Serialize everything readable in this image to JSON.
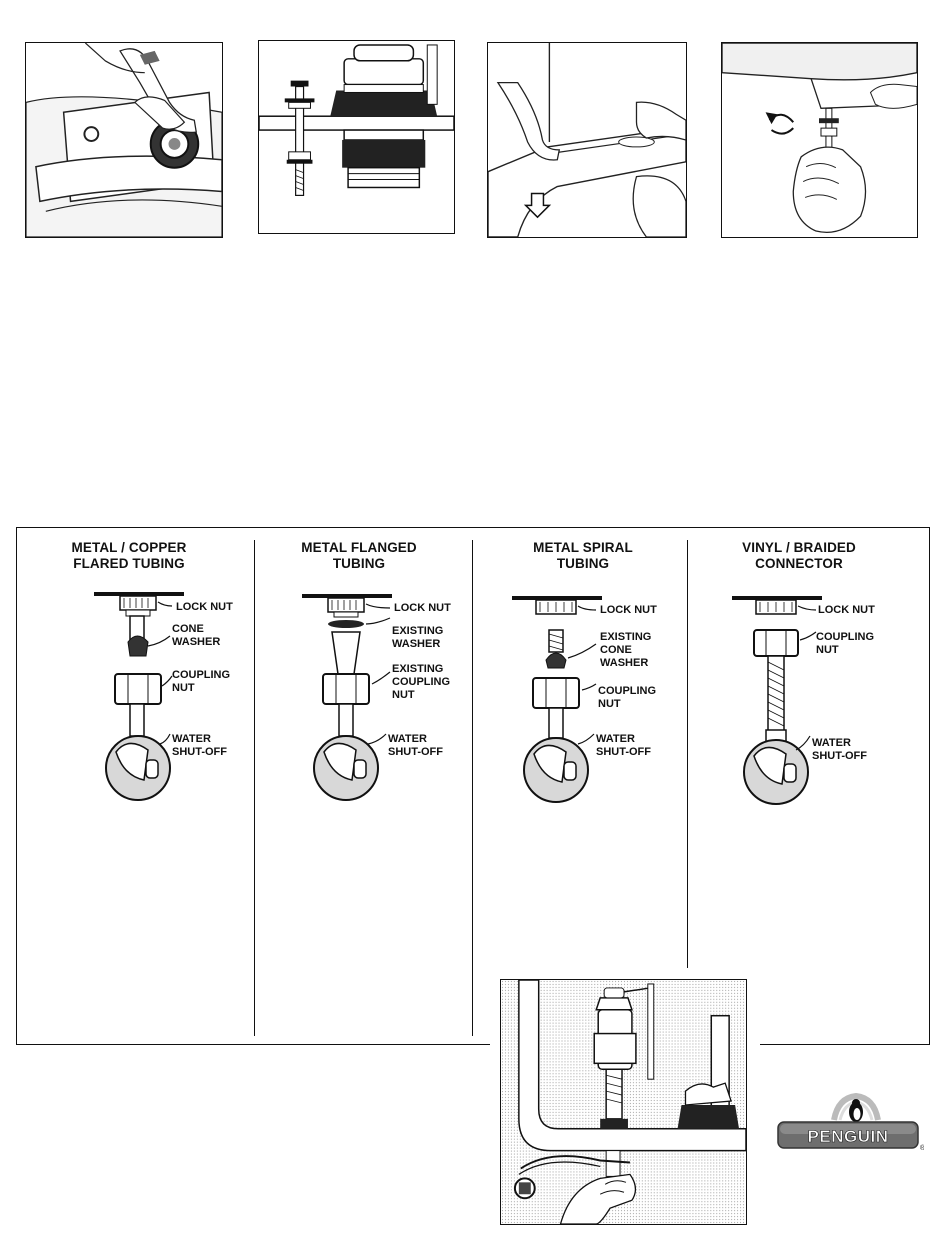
{
  "columns": [
    {
      "title": "METAL / COPPER\nFLARED TUBING",
      "labels": [
        "LOCK NUT",
        "CONE\nWASHER",
        "COUPLING\nNUT",
        "WATER\nSHUT-OFF"
      ]
    },
    {
      "title": "METAL FLANGED\nTUBING",
      "labels": [
        "LOCK NUT",
        "EXISTING\nWASHER",
        "EXISTING\nCOUPLING\nNUT",
        "WATER\nSHUT-OFF"
      ]
    },
    {
      "title": "METAL SPIRAL\nTUBING",
      "labels": [
        "LOCK NUT",
        "EXISTING\nCONE\nWASHER",
        "COUPLING\nNUT",
        "WATER\nSHUT-OFF"
      ]
    },
    {
      "title": "VINYL / BRAIDED\nCONNECTOR",
      "labels": [
        "LOCK NUT",
        "COUPLING\nNUT",
        "WATER\nSHUT-OFF"
      ]
    }
  ],
  "brand": {
    "name": "PENGUIN",
    "mark": "®"
  },
  "icons": [
    "down-arrow-icon",
    "rotate-arrow-icon",
    "penguin-icon"
  ]
}
